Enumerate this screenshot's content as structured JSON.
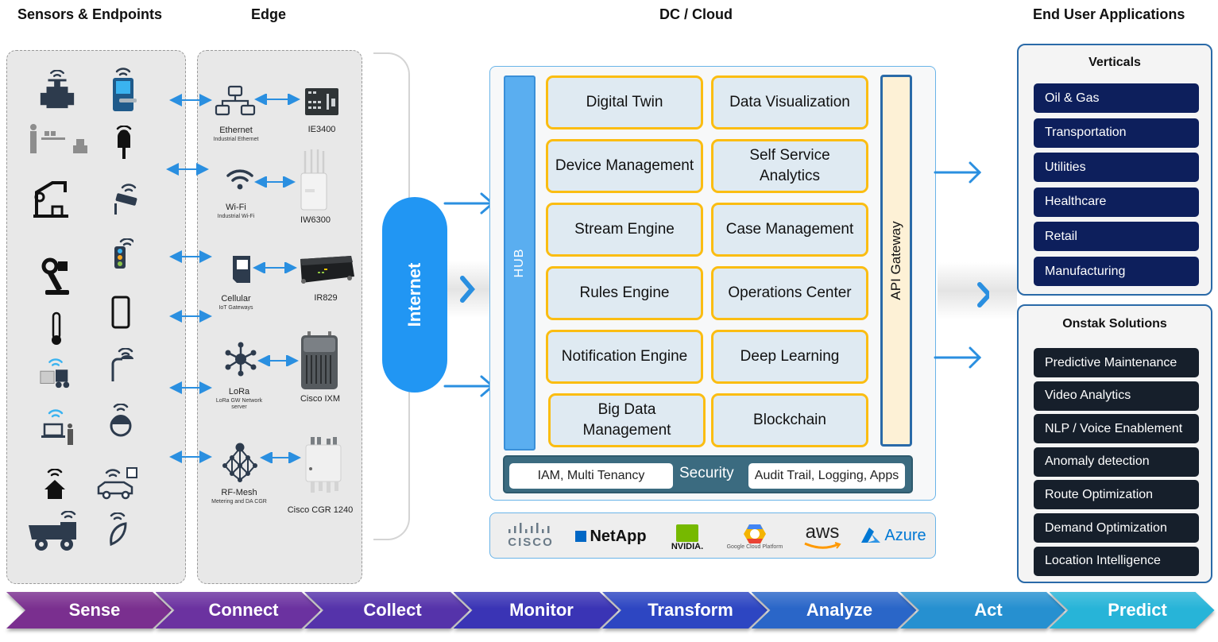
{
  "headers": {
    "sensors": "Sensors & Endpoints",
    "edge": "Edge",
    "dc_cloud": "DC / Cloud",
    "end_user": "End User Applications"
  },
  "sensors": {
    "icons": [
      "valve-icon",
      "smart-lock-icon",
      "warehouse-worker-icon",
      "parking-meter-icon",
      "robotic-arm-icon",
      "security-camera-icon",
      "wireless-robot-arm-icon",
      "traffic-light-icon",
      "thermometer-icon",
      "smartphone-icon",
      "forklift-icon",
      "street-lamp-icon",
      "laptop-worker-icon",
      "hard-hat-icon",
      "smart-home-icon",
      "smart-parking-car-icon",
      "mining-truck-icon",
      "leaf-sensor-icon"
    ]
  },
  "edge": {
    "connections": [
      {
        "name": "Ethernet",
        "sub": "Industrial Ethernet",
        "device": "IE3400",
        "icon": "ethernet-network-icon"
      },
      {
        "name": "Wi-Fi",
        "sub": "Industrial Wi-Fi",
        "device": "IW6300",
        "icon": "wifi-icon"
      },
      {
        "name": "Cellular",
        "sub": "IoT Gateways",
        "device": "IR829",
        "icon": "sim-card-icon"
      },
      {
        "name": "LoRa",
        "sub": "LoRa GW Network server",
        "device": "Cisco IXM",
        "icon": "hub-network-icon"
      },
      {
        "name": "RF-Mesh",
        "sub": "Metering and DA CGR",
        "device": "Cisco  CGR 1240",
        "icon": "mesh-network-icon"
      }
    ]
  },
  "internet": {
    "label": "Internet"
  },
  "dc": {
    "hub_label": "HUB",
    "api_gateway_label": "API Gateway",
    "services": [
      "Digital Twin",
      "Data Visualization",
      "Device Management",
      "Self Service Analytics",
      "Stream Engine",
      "Case Management",
      "Rules Engine",
      "Operations Center",
      "Notification Engine",
      "Deep Learning",
      "Big Data Management",
      "Blockchain"
    ],
    "security": {
      "label": "Security",
      "left": "IAM, Multi Tenancy",
      "right": "Audit Trail, Logging, Apps"
    },
    "vendors": [
      {
        "name": "CISCO"
      },
      {
        "name": "NetApp"
      },
      {
        "name": "NVIDIA."
      },
      {
        "name": "Google Cloud Platform"
      },
      {
        "name": "aws"
      },
      {
        "name": "Azure"
      }
    ]
  },
  "verticals": {
    "title": "Verticals",
    "items": [
      "Oil & Gas",
      "Transportation",
      "Utilities",
      "Healthcare",
      "Retail",
      "Manufacturing"
    ]
  },
  "solutions": {
    "title": "Onstak Solutions",
    "items": [
      "Predictive Maintenance",
      "Video Analytics",
      "NLP / Voice Enablement",
      "Anomaly detection",
      "Route Optimization",
      "Demand Optimization",
      "Location Intelligence"
    ]
  },
  "process": {
    "steps": [
      {
        "label": "Sense",
        "color": "#7a2f8f"
      },
      {
        "label": "Connect",
        "color": "#6b32a0"
      },
      {
        "label": "Collect",
        "color": "#5533aa"
      },
      {
        "label": "Monitor",
        "color": "#3a34b5"
      },
      {
        "label": "Transform",
        "color": "#2d46c2"
      },
      {
        "label": "Analyze",
        "color": "#2a66c8"
      },
      {
        "label": "Act",
        "color": "#2690d0"
      },
      {
        "label": "Predict",
        "color": "#27b4d8"
      }
    ]
  },
  "colors": {
    "accent_blue": "#2196f3",
    "service_border": "#fbbd12",
    "vertical_bg": "#0d1f5c",
    "solution_bg": "#161f2b"
  }
}
